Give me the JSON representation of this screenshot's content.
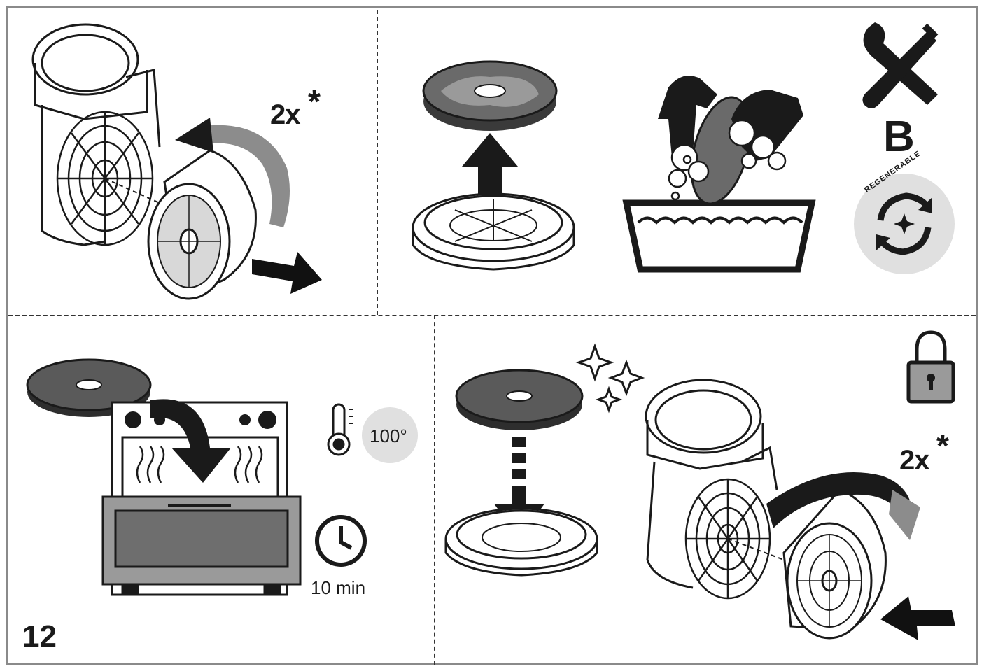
{
  "step_number": "12",
  "panel_remove": {
    "repeat_label": "2x",
    "asterisk": "*"
  },
  "panel_wash": {
    "category_letter": "B",
    "badge_text": "REGENERABLE"
  },
  "panel_oven": {
    "temperature": "100°",
    "duration": "10 min"
  },
  "panel_refit": {
    "repeat_label": "2x",
    "asterisk": "*"
  },
  "colors": {
    "frame": "#8a8a8a",
    "filter_gray": "#5a5a5a",
    "filter_dark": "#3a3a3a",
    "badge_bg": "#e0e0e0",
    "arrow_gray": "#8c8c8c"
  }
}
